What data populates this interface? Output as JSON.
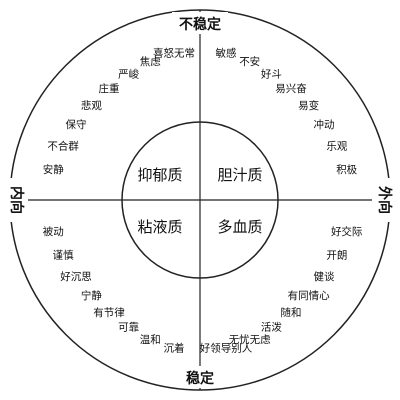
{
  "axes": {
    "top": "不稳定",
    "bottom": "稳定",
    "left": "内向",
    "right": "外向"
  },
  "temperaments": {
    "top_left": "抑郁质",
    "top_right": "胆汁质",
    "bottom_left": "粘液质",
    "bottom_right": "多血质"
  },
  "traits": {
    "top_left": [
      "喜怒无常",
      "焦虑",
      "严峻",
      "庄重",
      "悲观",
      "保守",
      "不合群",
      "安静"
    ],
    "top_right": [
      "敏感",
      "不安",
      "好斗",
      "易兴奋",
      "易变",
      "冲动",
      "乐观",
      "积极"
    ],
    "bottom_left": [
      "被动",
      "谨慎",
      "好沉思",
      "宁静",
      "有节律",
      "可靠",
      "温和",
      "沉着"
    ],
    "bottom_right": [
      "好交际",
      "开朗",
      "健谈",
      "有同情心",
      "随和",
      "活泼",
      "无忧无虑",
      "好领导别人"
    ]
  },
  "colors": {
    "line": "#222222",
    "text": "#111111",
    "background": "#ffffff"
  }
}
